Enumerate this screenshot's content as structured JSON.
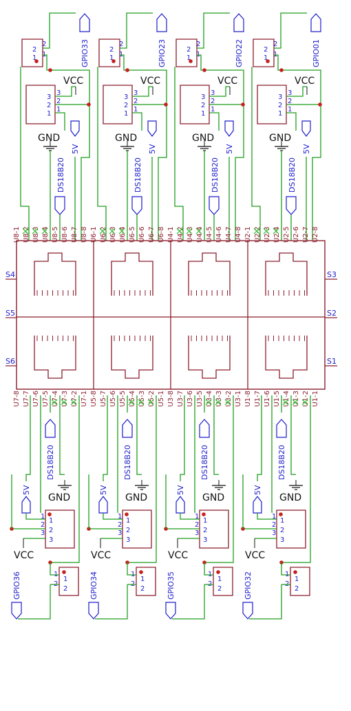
{
  "colors": {
    "wire": "#1f9e1f",
    "component": "#8a1c2c",
    "junction": "#c81e1e",
    "net_label": "#1c1ccc",
    "noconnect": "#2fbf2f",
    "power_text": "#111111",
    "background": "#ffffff"
  },
  "power": {
    "vcc": "VCC",
    "gnd": "GND",
    "v5": "5V"
  },
  "sensor_name": "DS18B20",
  "pins": {
    "sensor": [
      "1",
      "2",
      "3"
    ],
    "header": [
      "1",
      "2"
    ]
  },
  "top_modules": [
    {
      "gpio": "GPIO33",
      "jack": "U8"
    },
    {
      "gpio": "GPIO23",
      "jack": "U6"
    },
    {
      "gpio": "GPIO22",
      "jack": "U4"
    },
    {
      "gpio": "GPIO01",
      "jack": "U2"
    }
  ],
  "bottom_modules": [
    {
      "gpio": "GPIO36",
      "jack": "U7"
    },
    {
      "gpio": "GPIO34",
      "jack": "U5"
    },
    {
      "gpio": "GPIO35",
      "jack": "U3"
    },
    {
      "gpio": "GPIO32",
      "jack": "U1"
    }
  ],
  "shield_pins": {
    "left": [
      "S4",
      "S5",
      "S6"
    ],
    "right": [
      "S3",
      "S2",
      "S1"
    ]
  },
  "pin_suffixes": [
    "-1",
    "-2",
    "-3",
    "-4",
    "-5",
    "-6",
    "-7",
    "-8"
  ]
}
